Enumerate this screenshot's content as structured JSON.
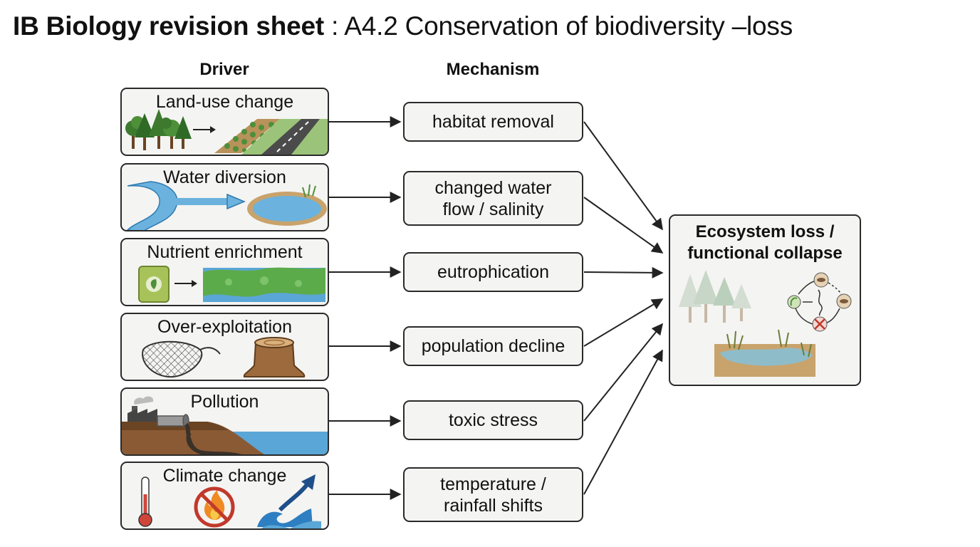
{
  "header": {
    "title_bold": "IB Biology  revision sheet",
    "title_rest": " : A4.2 Conservation of biodiversity –loss"
  },
  "columns": {
    "driver": "Driver",
    "mechanism": "Mechanism"
  },
  "drivers": [
    {
      "label": "Land-use change",
      "icons": [
        "forest-icon",
        "arrow-icon",
        "crop-field-icon",
        "road-icon"
      ]
    },
    {
      "label": "Water diversion",
      "icons": [
        "river-icon",
        "diversion-arrow-icon",
        "pond-icon"
      ]
    },
    {
      "label": "Nutrient enrichment",
      "icons": [
        "fertilizer-bag-icon",
        "arrow-icon",
        "algal-bloom-icon"
      ]
    },
    {
      "label": "Over-exploitation",
      "icons": [
        "fishing-net-icon",
        "tree-stump-icon"
      ]
    },
    {
      "label": "Pollution",
      "icons": [
        "factory-icon",
        "pipe-icon",
        "polluted-shore-icon"
      ]
    },
    {
      "label": "Climate change",
      "icons": [
        "thermometer-icon",
        "no-fire-icon",
        "wave-arrow-icon"
      ]
    }
  ],
  "mechanisms": [
    {
      "label": "habitat removal"
    },
    {
      "label": "changed water\nflow / salinity"
    },
    {
      "label": "eutrophication"
    },
    {
      "label": "population decline"
    },
    {
      "label": "toxic stress"
    },
    {
      "label": "temperature /\nrainfall shifts"
    }
  ],
  "outcome": {
    "label": "Ecosystem loss /\nfunctional collapse",
    "icons": [
      "faded-forest-icon",
      "broken-food-web-icon",
      "dry-wetland-icon"
    ]
  },
  "colors": {
    "box_fill": "#f4f4f2",
    "box_border": "#2a2a2a",
    "arrow": "#222222",
    "water": "#5aa6d6",
    "algae": "#5cab4a",
    "soil": "#8a5a35",
    "warning_red": "#c0392b"
  }
}
